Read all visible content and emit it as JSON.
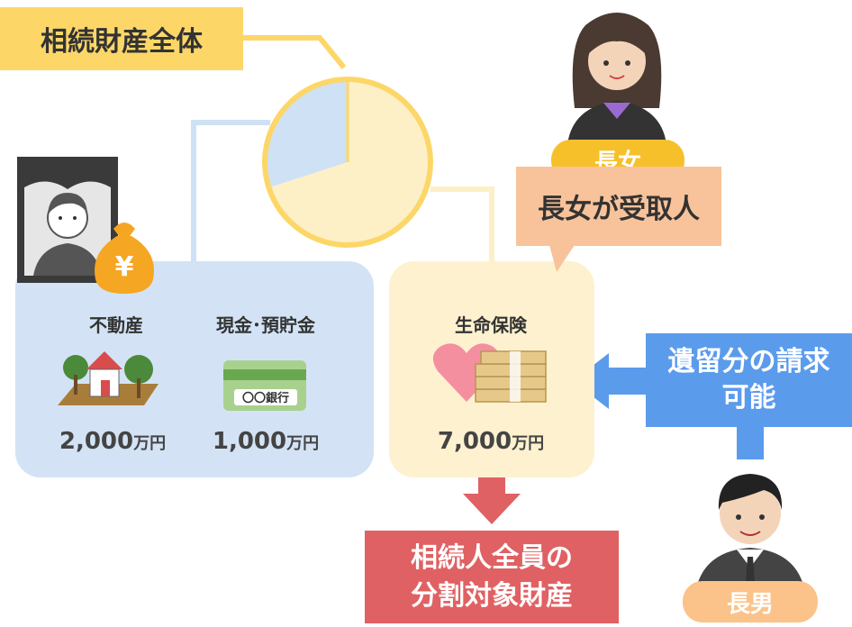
{
  "header": {
    "title": "相続財産全体"
  },
  "pie": {
    "portions": [
      {
        "label": "不動産・現金・預貯金",
        "fraction": 0.3,
        "color": "#cfe1f4"
      },
      {
        "label": "生命保険",
        "fraction": 0.7,
        "color": "#fdefc6"
      }
    ],
    "outline_color": "#fcd768"
  },
  "estate_left": {
    "items": [
      {
        "title": "不動産",
        "amount": "2,000",
        "unit": "万円"
      },
      {
        "title": "現金･預貯金",
        "amount": "1,000",
        "unit": "万円"
      }
    ],
    "bank_card_text": "〇〇銀行",
    "money_bag_symbol": "¥"
  },
  "estate_right": {
    "title": "生命保険",
    "amount": "7,000",
    "unit": "万円"
  },
  "eldest_daughter": {
    "badge": "長女",
    "bubble": "長女が受取人"
  },
  "eldest_son": {
    "badge": "長男"
  },
  "claim": {
    "line1": "遺留分の請求",
    "line2": "可能"
  },
  "result": {
    "line1": "相続人全員の",
    "line2": "分割対象財産"
  },
  "colors": {
    "yellow": "#fcd768",
    "light_blue": "#d3e3f5",
    "cream": "#fdf1cf",
    "orange": "#f8c39a",
    "blue": "#5b9bec",
    "red": "#e06163",
    "pill_orange": "#fbc28a"
  }
}
